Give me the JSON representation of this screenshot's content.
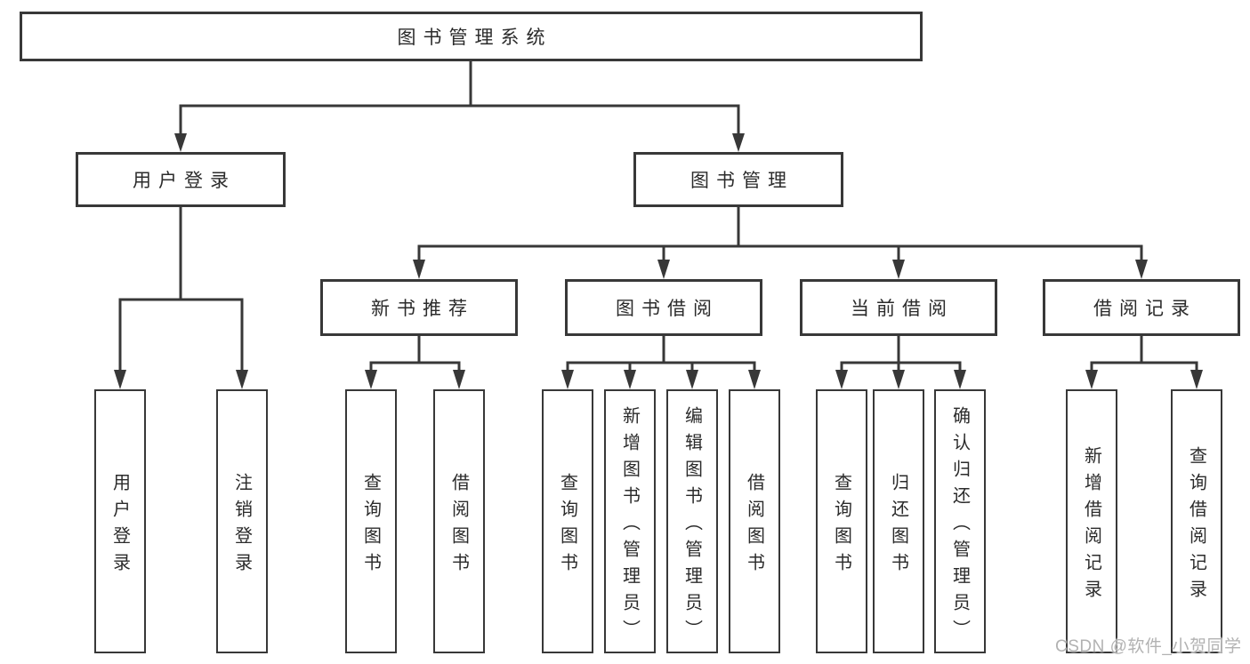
{
  "diagram": {
    "root": {
      "label": "图书管理系统"
    },
    "user_login": {
      "label": "用户登录",
      "children": [
        {
          "label": "用户登录"
        },
        {
          "label": "注销登录"
        }
      ]
    },
    "book_management": {
      "label": "图书管理",
      "children": [
        {
          "label": "新书推荐",
          "children": [
            {
              "label": "查询图书"
            },
            {
              "label": "借阅图书"
            }
          ]
        },
        {
          "label": "图书借阅",
          "children": [
            {
              "label": "查询图书"
            },
            {
              "label": "新增图书（管理员）"
            },
            {
              "label": "编辑图书（管理员）"
            },
            {
              "label": "借阅图书"
            }
          ]
        },
        {
          "label": "当前借阅",
          "children": [
            {
              "label": "查询图书"
            },
            {
              "label": "归还图书"
            },
            {
              "label": "确认归还（管理员）"
            }
          ]
        },
        {
          "label": "借阅记录",
          "children": [
            {
              "label": "新增借阅记录"
            },
            {
              "label": "查询借阅记录"
            }
          ]
        }
      ]
    }
  },
  "watermark": {
    "text": "CSDN @软件_小贺同学"
  },
  "colors": {
    "line": "#383838",
    "box_border": "#383838",
    "text": "#2b2b2b",
    "background": "#ffffff",
    "watermark": "#b2b2b2"
  }
}
